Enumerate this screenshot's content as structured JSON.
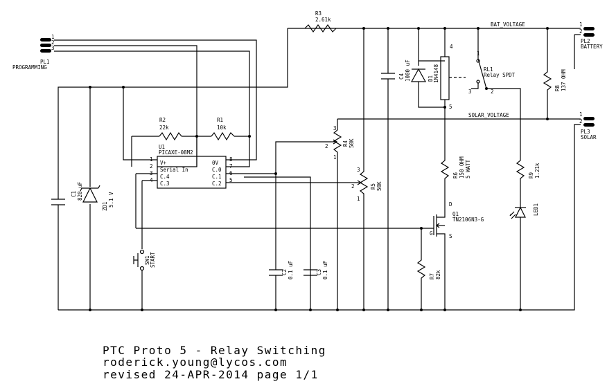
{
  "nets": {
    "bat": "BAT_VOLTAGE",
    "solar": "SOLAR_VOLTAGE"
  },
  "pl1": {
    "ref": "PL1",
    "name": "PROGRAMMING",
    "pins": [
      "1",
      "2",
      "3"
    ]
  },
  "pl2": {
    "ref": "PL2",
    "name": "BATTERY",
    "pins": [
      "1",
      "2"
    ]
  },
  "pl3": {
    "ref": "PL3",
    "name": "SOLAR",
    "pins": [
      "1",
      "2"
    ]
  },
  "u1": {
    "ref": "U1",
    "part": "PICAXE-08M2",
    "left_pins": [
      "1",
      "2",
      "3",
      "4"
    ],
    "left_labels": [
      "V+",
      "Serial In",
      "C.4",
      "C.3"
    ],
    "right_pins": [
      "8",
      "7",
      "6",
      "5"
    ],
    "right_labels": [
      "0V",
      "C.0",
      "C.1",
      "C.2"
    ]
  },
  "r1": {
    "ref": "R1",
    "value": "10k"
  },
  "r2": {
    "ref": "R2",
    "value": "22k"
  },
  "r3": {
    "ref": "R3",
    "value": "2.61k"
  },
  "r4": {
    "ref": "R4",
    "value": "50K",
    "pins": [
      "1",
      "2",
      "3"
    ]
  },
  "r5": {
    "ref": "R5",
    "value": "50K",
    "pins": [
      "1",
      "2",
      "3"
    ]
  },
  "r6": {
    "ref": "R6",
    "value1": "150 OHM",
    "value2": "5 WATT"
  },
  "r7": {
    "ref": "R7",
    "value": "82k"
  },
  "r8": {
    "ref": "R8",
    "value": "137 OHM"
  },
  "r9": {
    "ref": "R9",
    "value": "1.21k"
  },
  "c1": {
    "ref": "C1",
    "value": "820 uF"
  },
  "c2": {
    "ref": "C2",
    "value": "0.1 uF"
  },
  "c3": {
    "ref": "C3",
    "value": "0.1 uF"
  },
  "c4": {
    "ref": "C4",
    "value": "1000 uF"
  },
  "zd1": {
    "ref": "ZD1",
    "value": "5.1 V"
  },
  "d1": {
    "ref": "D1",
    "value": "1N4148"
  },
  "led1": {
    "ref": "LED1"
  },
  "q1": {
    "ref": "Q1",
    "part": "TN2106N3-G",
    "pin_d": "D",
    "pin_g": "G",
    "pin_s": "S"
  },
  "sw1": {
    "ref": "SW1",
    "name": "START"
  },
  "rl1": {
    "ref": "RL1",
    "name": "Relay SPDT",
    "pins": [
      "1",
      "2",
      "3",
      "4",
      "5"
    ]
  },
  "title_block": {
    "line1": "PTC Proto 5 - Relay Switching",
    "line2": "roderick.young@lycos.com",
    "line3": "revised 24-APR-2014 page 1/1"
  }
}
